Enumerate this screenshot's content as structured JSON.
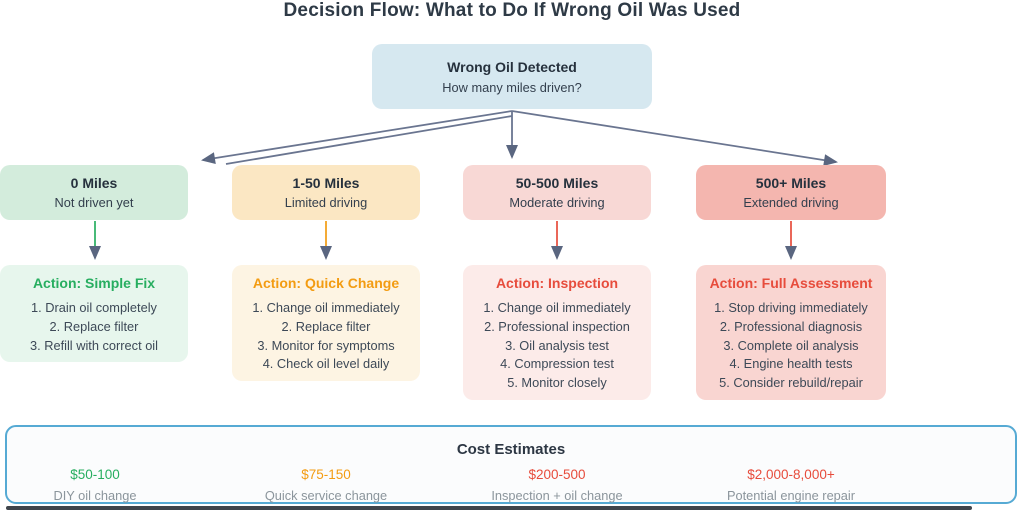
{
  "title": "Decision Flow: What to Do If Wrong Oil Was Used",
  "root": {
    "title": "Wrong Oil Detected",
    "question": "How many miles driven?"
  },
  "branches": [
    {
      "title": "0 Miles",
      "subtitle": "Not driven yet",
      "action_title": "Action: Simple Fix",
      "steps": [
        "1. Drain oil completely",
        "2. Replace filter",
        "3. Refill with correct oil"
      ],
      "colors": {
        "box_bg": "#d3ecdc",
        "action_bg": "#e7f6ed",
        "accent": "#27ae60"
      }
    },
    {
      "title": "1-50 Miles",
      "subtitle": "Limited driving",
      "action_title": "Action: Quick Change",
      "steps": [
        "1. Change oil immediately",
        "2. Replace filter",
        "3. Monitor for symptoms",
        "4. Check oil level daily"
      ],
      "colors": {
        "box_bg": "#fbe7c3",
        "action_bg": "#fdf4e3",
        "accent": "#f39c12"
      }
    },
    {
      "title": "50-500 Miles",
      "subtitle": "Moderate driving",
      "action_title": "Action: Inspection",
      "steps": [
        "1. Change oil immediately",
        "2. Professional inspection",
        "3. Oil analysis test",
        "4. Compression test",
        "5. Monitor closely"
      ],
      "colors": {
        "box_bg": "#f8d8d5",
        "action_bg": "#fcebe9",
        "accent": "#e74c3c"
      }
    },
    {
      "title": "500+ Miles",
      "subtitle": "Extended driving",
      "action_title": "Action: Full Assessment",
      "steps": [
        "1. Stop driving immediately",
        "2. Professional diagnosis",
        "3. Complete oil analysis",
        "4. Engine health tests",
        "5. Consider rebuild/repair"
      ],
      "colors": {
        "box_bg": "#f4b6af",
        "action_bg": "#f9d5d1",
        "accent": "#e74c3c"
      }
    }
  ],
  "cost": {
    "title": "Cost Estimates",
    "items": [
      {
        "price": "$50-100",
        "label": "DIY oil change",
        "color": "#27ae60"
      },
      {
        "price": "$75-150",
        "label": "Quick service change",
        "color": "#f39c12"
      },
      {
        "price": "$200-500",
        "label": "Inspection + oil change",
        "color": "#e74c3c"
      },
      {
        "price": "$2,000-8,000+",
        "label": "Potential engine repair",
        "color": "#e74c3c"
      }
    ]
  },
  "colors": {
    "arrow_line": "#6a7590",
    "arrow_head": "#5a6680",
    "root_bg": "#d6e8f0",
    "cost_border": "#56aad4",
    "cost_bg": "#fbfcfd",
    "scrollbar": "#3f444b"
  }
}
